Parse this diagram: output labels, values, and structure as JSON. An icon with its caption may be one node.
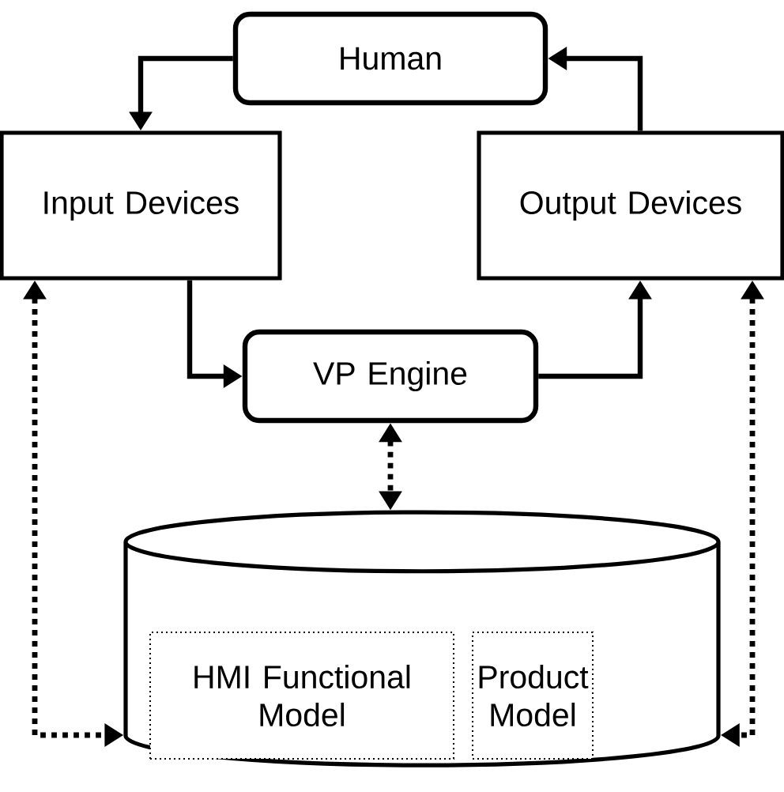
{
  "diagram": {
    "nodes": [
      {
        "text": [
          "Human"
        ]
      },
      {
        "text": [
          "Input Devices"
        ]
      },
      {
        "text": [
          "Output Devices"
        ]
      },
      {
        "text": [
          "VP Engine"
        ]
      },
      {
        "text": [],
        "shape": "cylinder"
      },
      {
        "text": [
          "HMI Functional Model"
        ],
        "in": 4
      },
      {
        "text": [
          "Product Model"
        ],
        "in": 4
      }
    ],
    "edges": [
      {
        "from": 0,
        "to": 1,
        "arrow": "to"
      },
      {
        "from": 1,
        "to": 3,
        "arrow": "to"
      },
      {
        "from": 3,
        "to": 2,
        "arrow": "to"
      },
      {
        "from": 2,
        "to": 0,
        "arrow": "to"
      },
      {
        "from": 3,
        "to": 4,
        "arrow": "both",
        "style": "dashed"
      },
      {
        "from": 1,
        "to": 4,
        "arrow": "both",
        "style": "dashed"
      },
      {
        "from": 2,
        "to": 4,
        "arrow": "both",
        "style": "dashed"
      }
    ]
  }
}
